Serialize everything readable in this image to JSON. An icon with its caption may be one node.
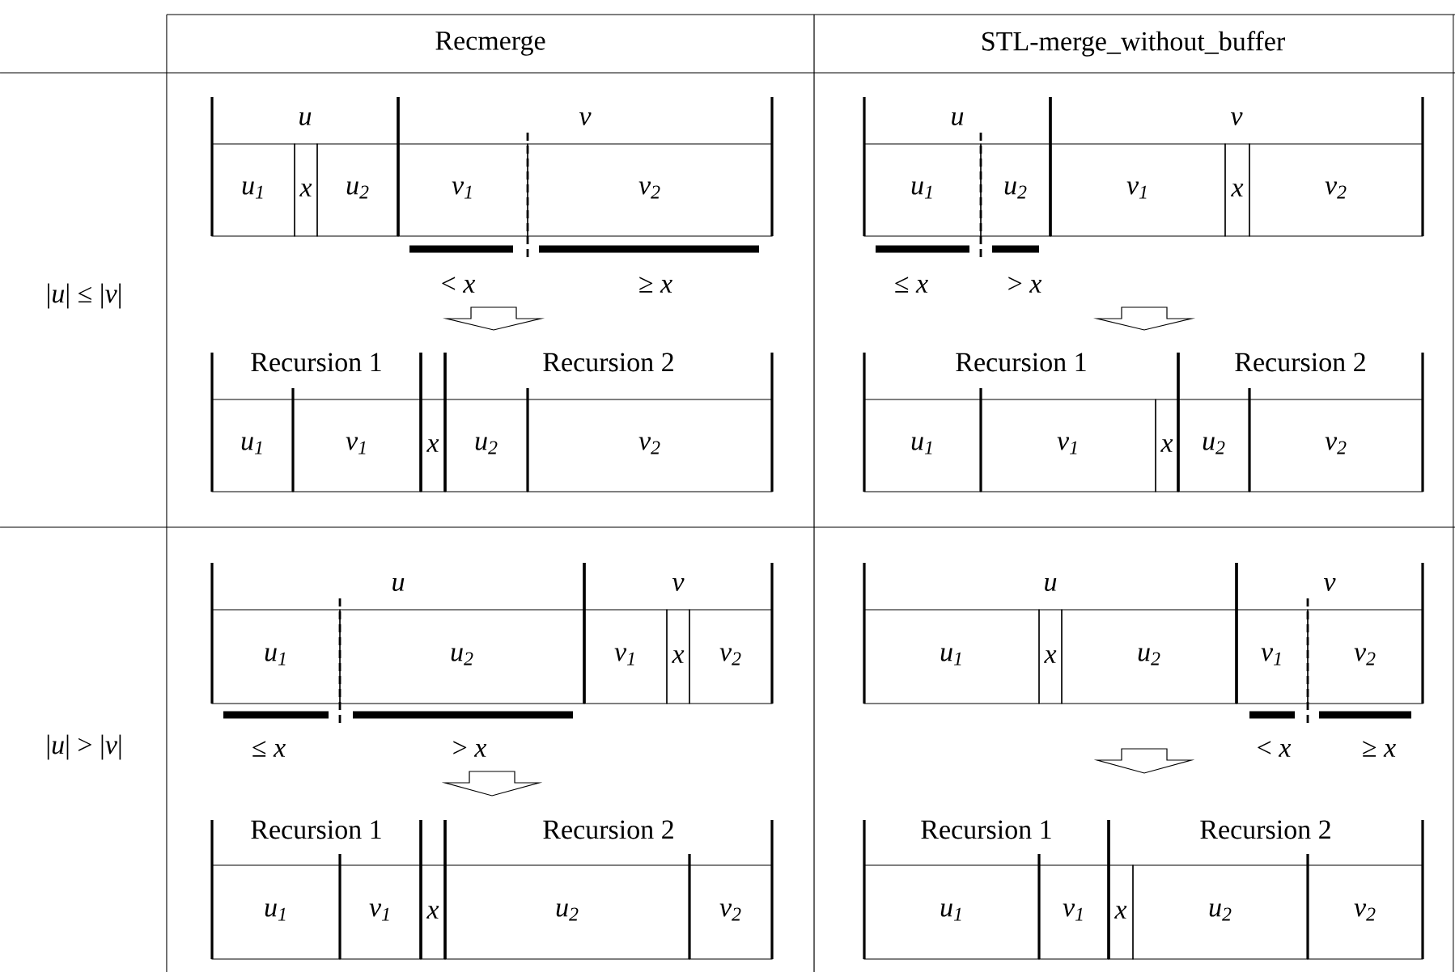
{
  "diagram": {
    "nodes": [
      {
        "text": [
          "u"
        ]
      },
      {
        "text": [
          "u$_{1}$"
        ],
        "in": 0
      },
      {
        "text": [
          "x"
        ],
        "in": 0
      },
      {
        "text": [
          "u$_{2}$"
        ],
        "in": 0
      },
      {
        "text": [
          "v"
        ]
      },
      {
        "text": [
          "v$_{1}$"
        ],
        "in": 4
      },
      {
        "text": [
          "v$_{2}$"
        ],
        "in": 4
      },
      {
        "text": [
          "Recursion 1"
        ]
      },
      {
        "text": [
          "u$_{1}$"
        ],
        "in": 7
      },
      {
        "text": [
          "v$_{1}$"
        ],
        "in": 7
      },
      {
        "text": [
          "x"
        ]
      },
      {
        "text": [
          "Recursion 2"
        ]
      },
      {
        "text": [
          "u$_{2}$"
        ],
        "in": 11
      },
      {
        "text": [
          "v$_{2}$"
        ],
        "in": 11
      },
      {
        "text": [
          "u"
        ]
      },
      {
        "text": [
          "u$_{1}$"
        ],
        "in": 14
      },
      {
        "text": [
          "u$_{2}$"
        ],
        "in": 14
      },
      {
        "text": [
          "v"
        ]
      },
      {
        "text": [
          "v$_{1}$"
        ],
        "in": 17
      },
      {
        "text": [
          "x"
        ],
        "in": 17
      },
      {
        "text": [
          "v$_{2}$"
        ],
        "in": 17
      },
      {
        "text": [
          "Recursion 1"
        ]
      },
      {
        "text": [
          "u$_{1}$"
        ],
        "in": 21
      },
      {
        "text": [
          "v$_{1}$"
        ],
        "in": 21
      },
      {
        "text": [
          "x"
        ],
        "in": 21
      },
      {
        "text": [
          "Recursion 2"
        ]
      },
      {
        "text": [
          "u$_{2}$"
        ],
        "in": 25
      },
      {
        "text": [
          "v$_{2}$"
        ],
        "in": 25
      },
      {
        "text": [
          "u"
        ]
      },
      {
        "text": [
          "u$_{1}$"
        ],
        "in": 28
      },
      {
        "text": [
          "u$_{2}$"
        ],
        "in": 28
      },
      {
        "text": [
          "v"
        ]
      },
      {
        "text": [
          "v$_{1}$"
        ],
        "in": 31
      },
      {
        "text": [
          "x"
        ],
        "in": 31
      },
      {
        "text": [
          "v$_{2}$"
        ],
        "in": 31
      },
      {
        "text": [
          "Recursion 1"
        ]
      },
      {
        "text": [
          "u$_{1}$"
        ],
        "in": 35
      },
      {
        "text": [
          "v$_{1}$"
        ],
        "in": 35
      },
      {
        "text": [
          "x"
        ]
      },
      {
        "text": [
          "Recursion 2"
        ]
      },
      {
        "text": [
          "u$_{2}$"
        ],
        "in": 39
      },
      {
        "text": [
          "v$_{2}$"
        ],
        "in": 39
      },
      {
        "text": [
          "u"
        ]
      },
      {
        "text": [
          "u$_{1}$"
        ],
        "in": 42
      },
      {
        "text": [
          "x"
        ],
        "in": 42
      },
      {
        "text": [
          "u$_{2}$"
        ],
        "in": 42
      },
      {
        "text": [
          "v"
        ]
      },
      {
        "text": [
          "v$_{1}$"
        ],
        "in": 46
      },
      {
        "text": [
          "v$_{2}$"
        ],
        "in": 46
      },
      {
        "text": [
          "Recursion 1"
        ]
      },
      {
        "text": [
          "u$_{1}$"
        ],
        "in": 49
      },
      {
        "text": [
          "v$_{1}$"
        ],
        "in": 49
      },
      {
        "text": [
          "Recursion 2"
        ]
      },
      {
        "text": [
          "x"
        ],
        "in": 52
      },
      {
        "text": [
          "u$_{2}$"
        ],
        "in": 52
      },
      {
        "text": [
          "v$_{2}$"
        ],
        "in": 52
      }
    ],
    "labels": [
      "Recmerge",
      "STL-merge_without_buffer",
      "|*u*| ≤ |*v*|",
      "< *x*",
      "≥ *x*",
      "≤ *x*",
      "> *x*",
      "|*u*| > |*v*|",
      "≤ *x*",
      "> *x*",
      "< *x*",
      "≥ *x*"
    ]
  }
}
